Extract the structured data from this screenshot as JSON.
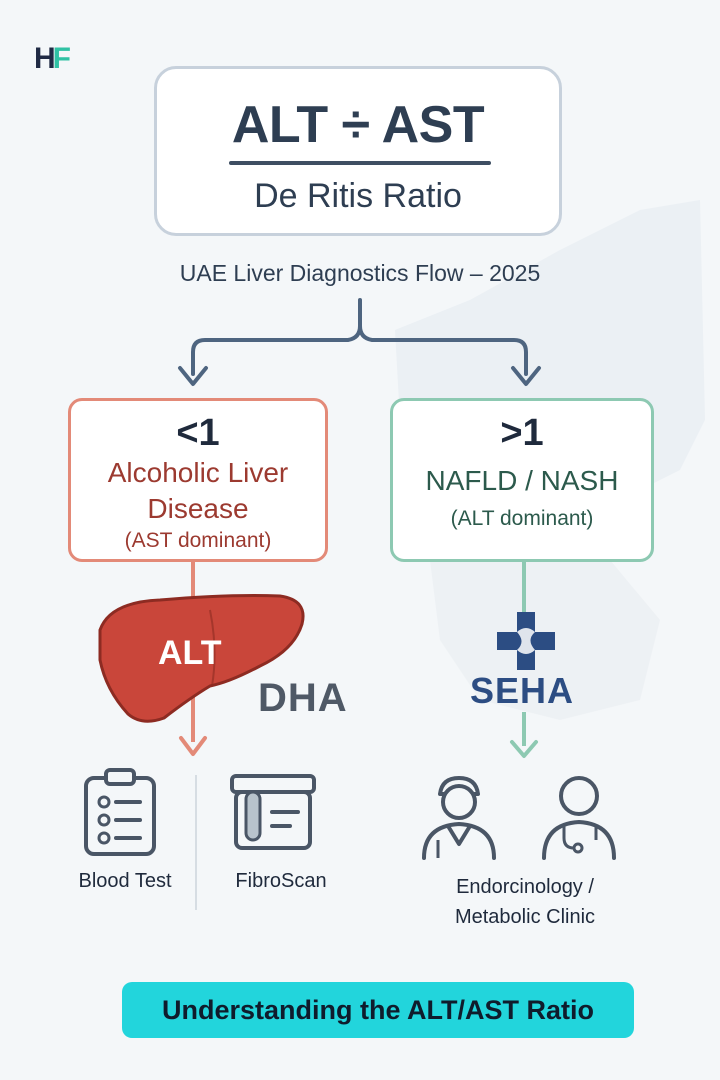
{
  "logo": {
    "part1": "H",
    "part2": "F"
  },
  "formula": {
    "text": "ALT ÷ AST",
    "subtitle": "De Ritis Ratio"
  },
  "flow_title": "UAE Liver Diagnostics Flow – 2025",
  "left_branch": {
    "ratio": "<1",
    "condition_line1": "Alcoholic Liver",
    "condition_line2": "Disease",
    "note": "(AST dominant)",
    "organ_label": "ALT",
    "authority": "DHA",
    "tests": [
      {
        "label": "Blood Test",
        "icon": "clipboard-icon"
      },
      {
        "label": "FibroScan",
        "icon": "test-tube-icon"
      }
    ]
  },
  "right_branch": {
    "ratio": ">1",
    "condition": "NAFLD / NASH",
    "note": "(ALT dominant)",
    "authority": "SEHA",
    "clinic_line1": "Endorcinology /",
    "clinic_line2": "Metabolic Clinic",
    "icons": [
      "doctor-icon",
      "stethoscope-doctor-icon"
    ]
  },
  "banner": "Understanding the ALT/AST Ratio",
  "colors": {
    "left_accent": "#e38a78",
    "right_accent": "#8dc9b2",
    "liver": "#c9463a",
    "seha_blue": "#2c4d83",
    "banner": "#22d5dc",
    "logo_teal": "#2fc2a4"
  }
}
